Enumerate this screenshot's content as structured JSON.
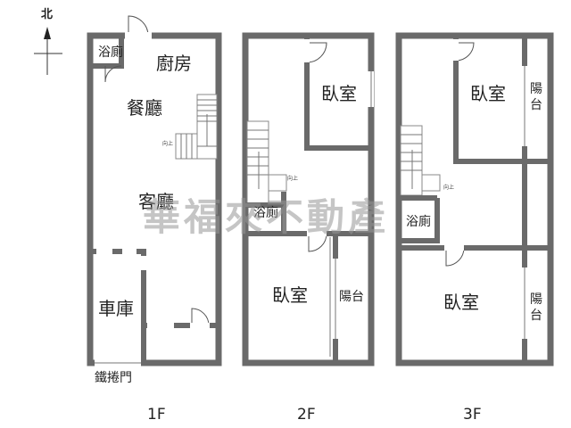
{
  "compass": {
    "label": "北"
  },
  "watermark": "華福來不動產",
  "floors": {
    "f1": {
      "label": "1F",
      "rooms": {
        "bath": "浴廁",
        "kitchen": "廚房",
        "dining": "餐廳",
        "living": "客廳",
        "garage": "車庫"
      },
      "gate": "鐵捲門",
      "stair_note": "向上"
    },
    "f2": {
      "label": "2F",
      "rooms": {
        "bedroom_n": "臥室",
        "bath": "浴廁",
        "bedroom_s": "臥室",
        "balcony": "陽台"
      },
      "stair_note": "向上"
    },
    "f3": {
      "label": "3F",
      "rooms": {
        "bedroom_n": "臥室",
        "balcony_n": "陽台",
        "bath": "浴廁",
        "bedroom_s": "臥室",
        "balcony_s": "陽台"
      },
      "stair_note": "向上"
    }
  }
}
